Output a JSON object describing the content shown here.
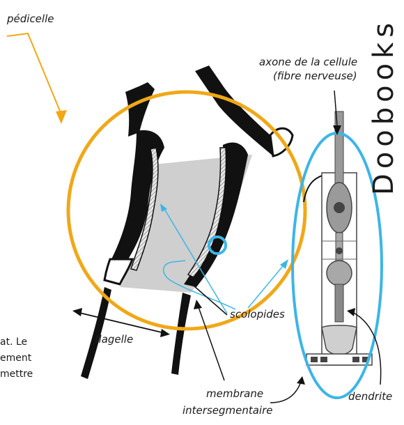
{
  "labels": {
    "pedicelle": "pédicelle",
    "axone_line1": "axone de la cellule",
    "axone_line2": "(fibre nerveuse)",
    "flagelle": "flagelle",
    "scolopides": "scolopides",
    "membrane_line1": "membrane",
    "membrane_line2": "intersegmentaire",
    "dendrite": "dendrite"
  },
  "cropped_text": {
    "line1": "at. Le",
    "line2": "ement",
    "line3": "mettre"
  },
  "side_title": "Doobooks",
  "colors": {
    "orange_circle": "#f0a818",
    "blue_ellipse": "#3db5e6",
    "gray_fill": "#cfcfcf",
    "ink": "#111111"
  }
}
